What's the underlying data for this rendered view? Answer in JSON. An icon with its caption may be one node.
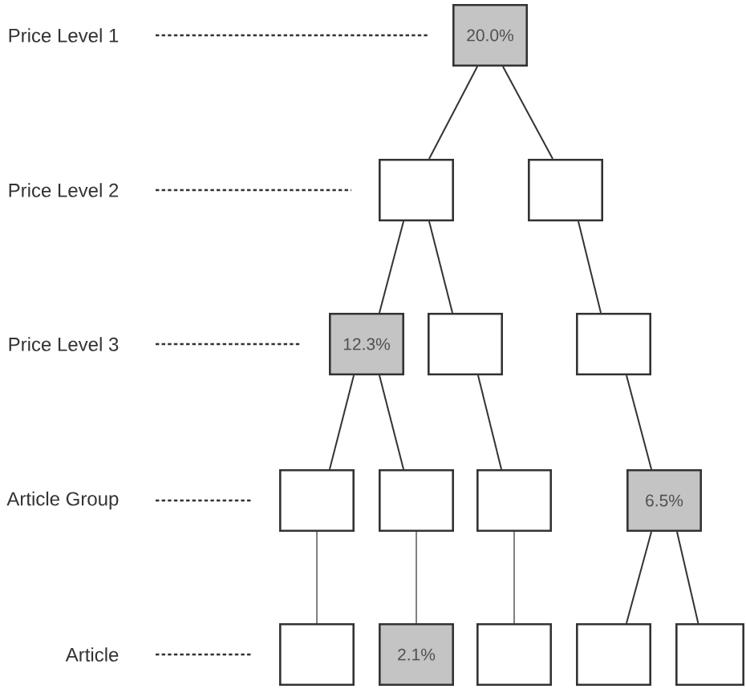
{
  "diagram": {
    "nodes": [
      {
        "text": [
          "Price Level 1"
        ]
      },
      {
        "text": [
          "20.0%"
        ]
      },
      {
        "text": [
          "Price Level 2"
        ]
      },
      {
        "text": [],
        "shape": "box"
      },
      {
        "text": [],
        "shape": "box"
      },
      {
        "text": [
          "Price Level 3"
        ]
      },
      {
        "text": [
          "12.3%"
        ]
      },
      {
        "text": [],
        "shape": "box"
      },
      {
        "text": [],
        "shape": "box"
      },
      {
        "text": [
          "Article Group"
        ]
      },
      {
        "text": [],
        "shape": "box"
      },
      {
        "text": [],
        "shape": "box"
      },
      {
        "text": [],
        "shape": "box"
      },
      {
        "text": [
          "6.5%"
        ]
      },
      {
        "text": [
          "Article"
        ]
      },
      {
        "text": [],
        "shape": "box"
      },
      {
        "text": [
          "2.1%"
        ]
      },
      {
        "text": [],
        "shape": "box"
      },
      {
        "text": [],
        "shape": "box"
      },
      {
        "text": [],
        "shape": "box"
      }
    ],
    "edges": [
      {
        "from": 0,
        "to": null,
        "arrow": "none",
        "style": "dashed"
      },
      {
        "from": 1,
        "to": 3,
        "arrow": "none"
      },
      {
        "from": 1,
        "to": 4,
        "arrow": "none"
      },
      {
        "from": 2,
        "to": null,
        "arrow": "none",
        "style": "dashed"
      },
      {
        "from": 3,
        "to": 6,
        "arrow": "none"
      },
      {
        "from": 3,
        "to": 7,
        "arrow": "none"
      },
      {
        "from": 4,
        "to": 8,
        "arrow": "none"
      },
      {
        "from": 5,
        "to": null,
        "arrow": "none",
        "style": "dashed"
      },
      {
        "from": 6,
        "to": 10,
        "arrow": "none"
      },
      {
        "from": 6,
        "to": 11,
        "arrow": "none"
      },
      {
        "from": 7,
        "to": 12,
        "arrow": "none"
      },
      {
        "from": 8,
        "to": 13,
        "arrow": "none"
      },
      {
        "from": 9,
        "to": null,
        "arrow": "none",
        "style": "dashed"
      },
      {
        "from": 10,
        "to": 15,
        "arrow": "none",
        "color": "#808080"
      },
      {
        "from": 11,
        "to": 16,
        "arrow": "none",
        "color": "#808080"
      },
      {
        "from": 12,
        "to": 17,
        "arrow": "none",
        "color": "#808080"
      },
      {
        "from": 13,
        "to": 18,
        "arrow": "none"
      },
      {
        "from": 13,
        "to": 19,
        "arrow": "none"
      },
      {
        "from": 14,
        "to": null,
        "arrow": "none",
        "style": "dashed"
      }
    ]
  }
}
